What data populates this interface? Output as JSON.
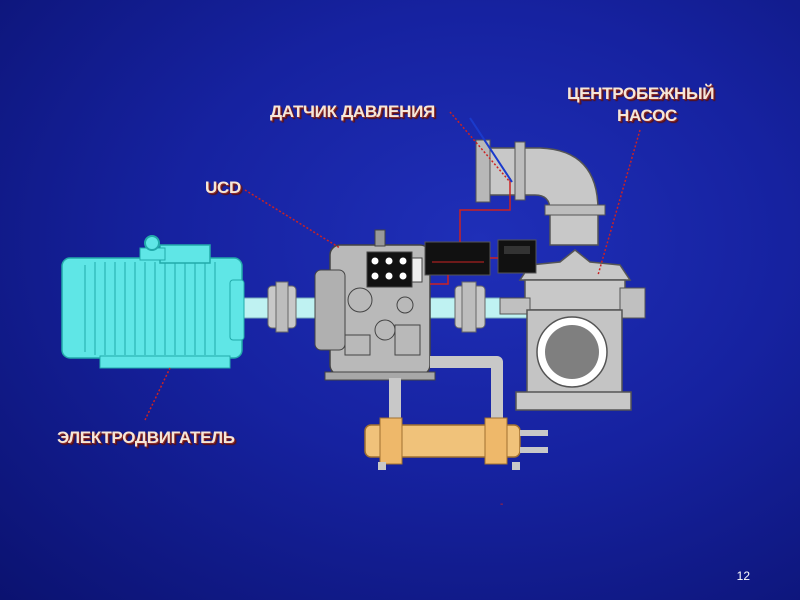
{
  "labels": {
    "motor": "ЭЛЕКТРОДВИГАТЕЛЬ",
    "ucd": "UCD",
    "pressure_sensor": "ДАТЧИК ДАВЛЕНИЯ",
    "pump_line1": "ЦЕНТРОБЕЖНЫЙ",
    "pump_line2": "НАСОС"
  },
  "page_number": "12",
  "colors": {
    "background": "#1622a0",
    "motor": "#5fe6e6",
    "shaft": "#bff2f2",
    "machine_gray": "#c8c8c8",
    "cooler": "#f0c27a",
    "leader_line": "#cc2222",
    "label_text": "#f6e7d8"
  }
}
